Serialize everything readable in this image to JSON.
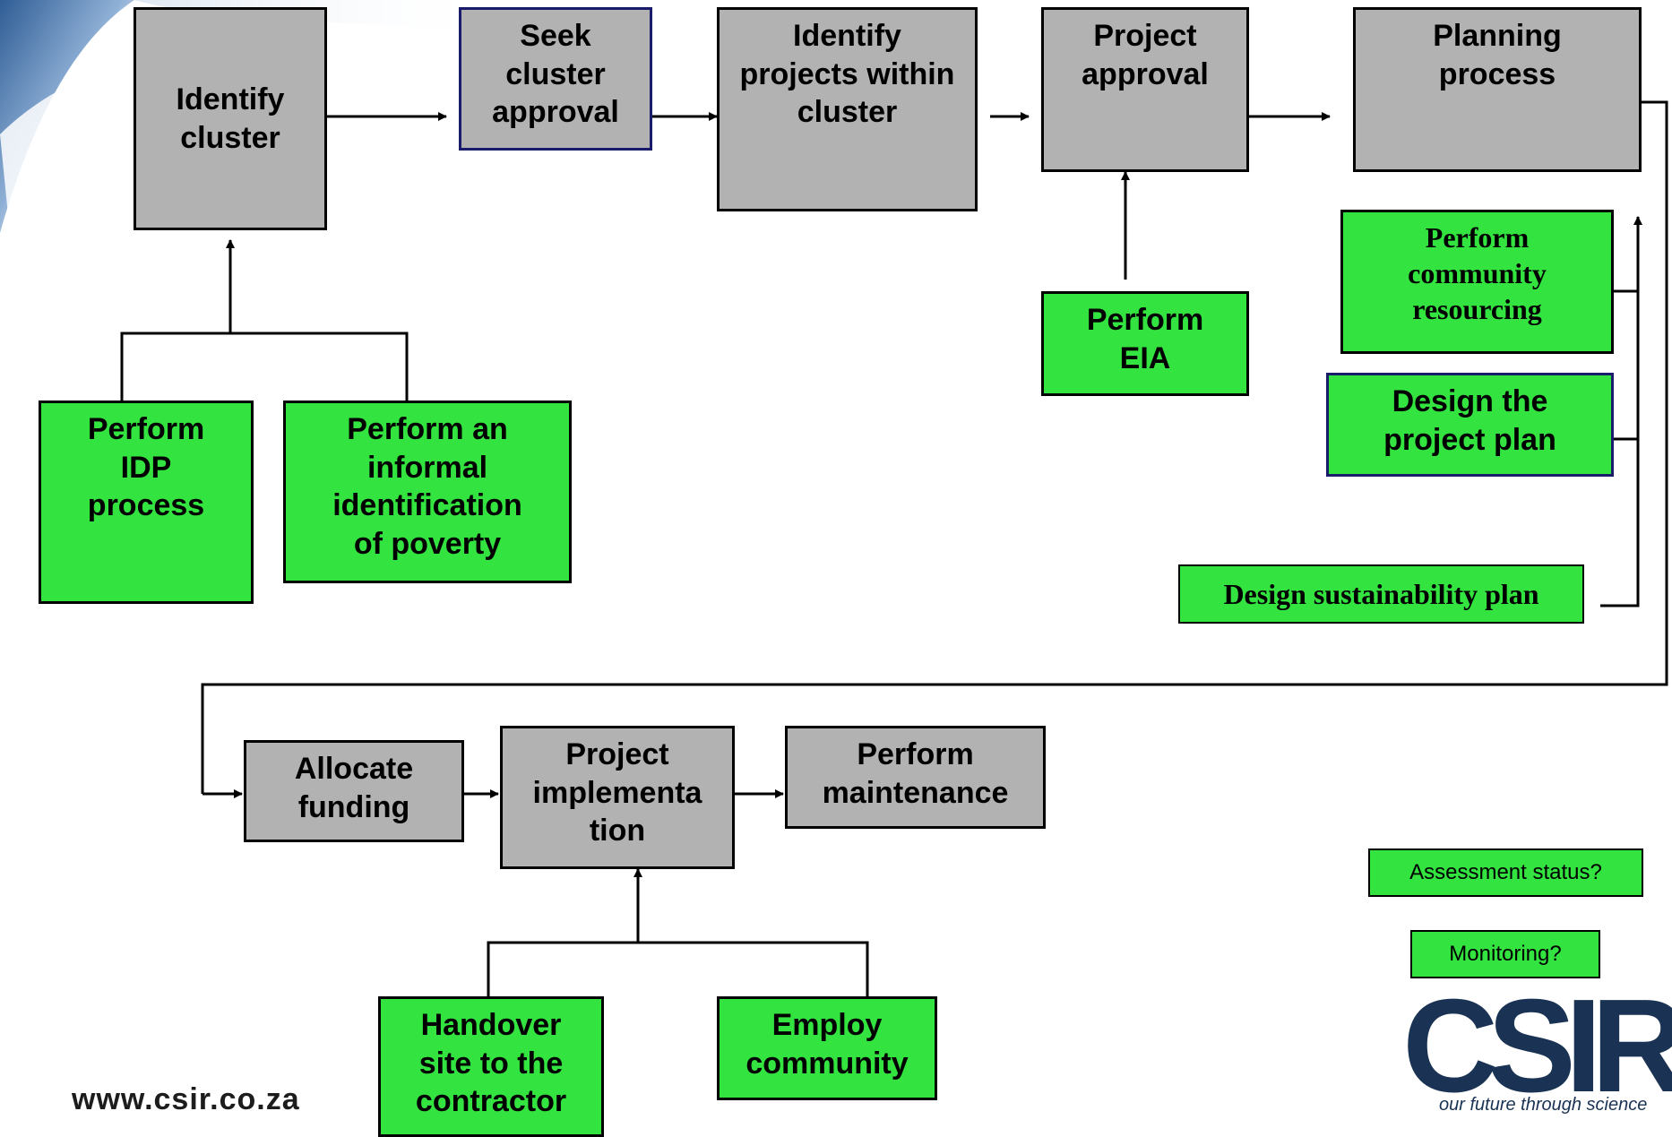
{
  "boxes": {
    "identify_cluster": "Identify cluster",
    "seek_cluster_approval": "Seek cluster approval",
    "identify_projects": "Identify projects within cluster",
    "project_approval": "Project approval",
    "planning_process": "Planning process",
    "perform_idp": "Perform IDP process",
    "perform_informal": "Perform an informal identification of poverty",
    "perform_eia": "Perform EIA",
    "perform_community_resourcing": "Perform community resourcing",
    "design_project_plan": "Design the project plan",
    "design_sustainability_plan": "Design sustainability plan",
    "allocate_funding": "Allocate funding",
    "project_implementation": "Project implementa tion",
    "perform_maintenance": "Perform maintenance",
    "handover_site": "Handover site to the contractor",
    "employ_community": "Employ community",
    "assessment_status": "Assessment status?",
    "monitoring": "Monitoring?"
  },
  "footer": {
    "url": "www.csir.co.za",
    "logo_text": "CSIR",
    "tagline": "our future through science"
  },
  "colors": {
    "grey_box": "#b2b2b2",
    "green_box": "#33e33f",
    "navy_border": "#1b1b6b",
    "logo": "#1a3354"
  }
}
